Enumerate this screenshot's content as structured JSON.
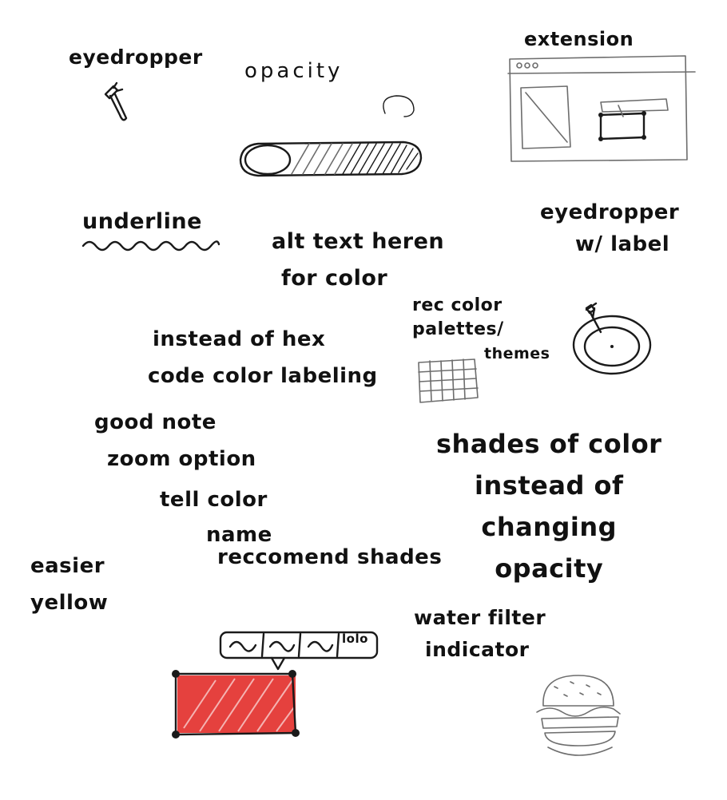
{
  "notes": {
    "eyedropper": "eyedropper",
    "opacity": "opacity",
    "extension": "extension",
    "underline": "underline",
    "alt_text": [
      "alt text heren",
      "for color"
    ],
    "eyedropper_label": [
      "eyedropper",
      "w/ label"
    ],
    "rec_palettes": [
      "rec color",
      "palettes/",
      "themes"
    ],
    "instead_hex": [
      "instead of hex",
      "code color labeling"
    ],
    "good_note": [
      "good note",
      "zoom option"
    ],
    "tell_color": [
      "tell color",
      "name"
    ],
    "recommend_shades": "reccomend shades",
    "shades_of_color": [
      "shades of color",
      "instead of",
      "changing",
      "opacity"
    ],
    "easier_yellow": [
      "easier",
      "yellow"
    ],
    "water_filter": [
      "water filter",
      "indicator"
    ],
    "tooltip_end": "lolo"
  },
  "colors": {
    "ink": "#111111",
    "accent_red": "#e0201c",
    "pencil": "#6d6d6d"
  },
  "icons": [
    "eyedropper-icon",
    "opacity-slider",
    "browser-window-sketch",
    "target-eyedropper-icon",
    "palette-grid-icon",
    "color-swatch-with-tooltip",
    "burger-sketch"
  ]
}
